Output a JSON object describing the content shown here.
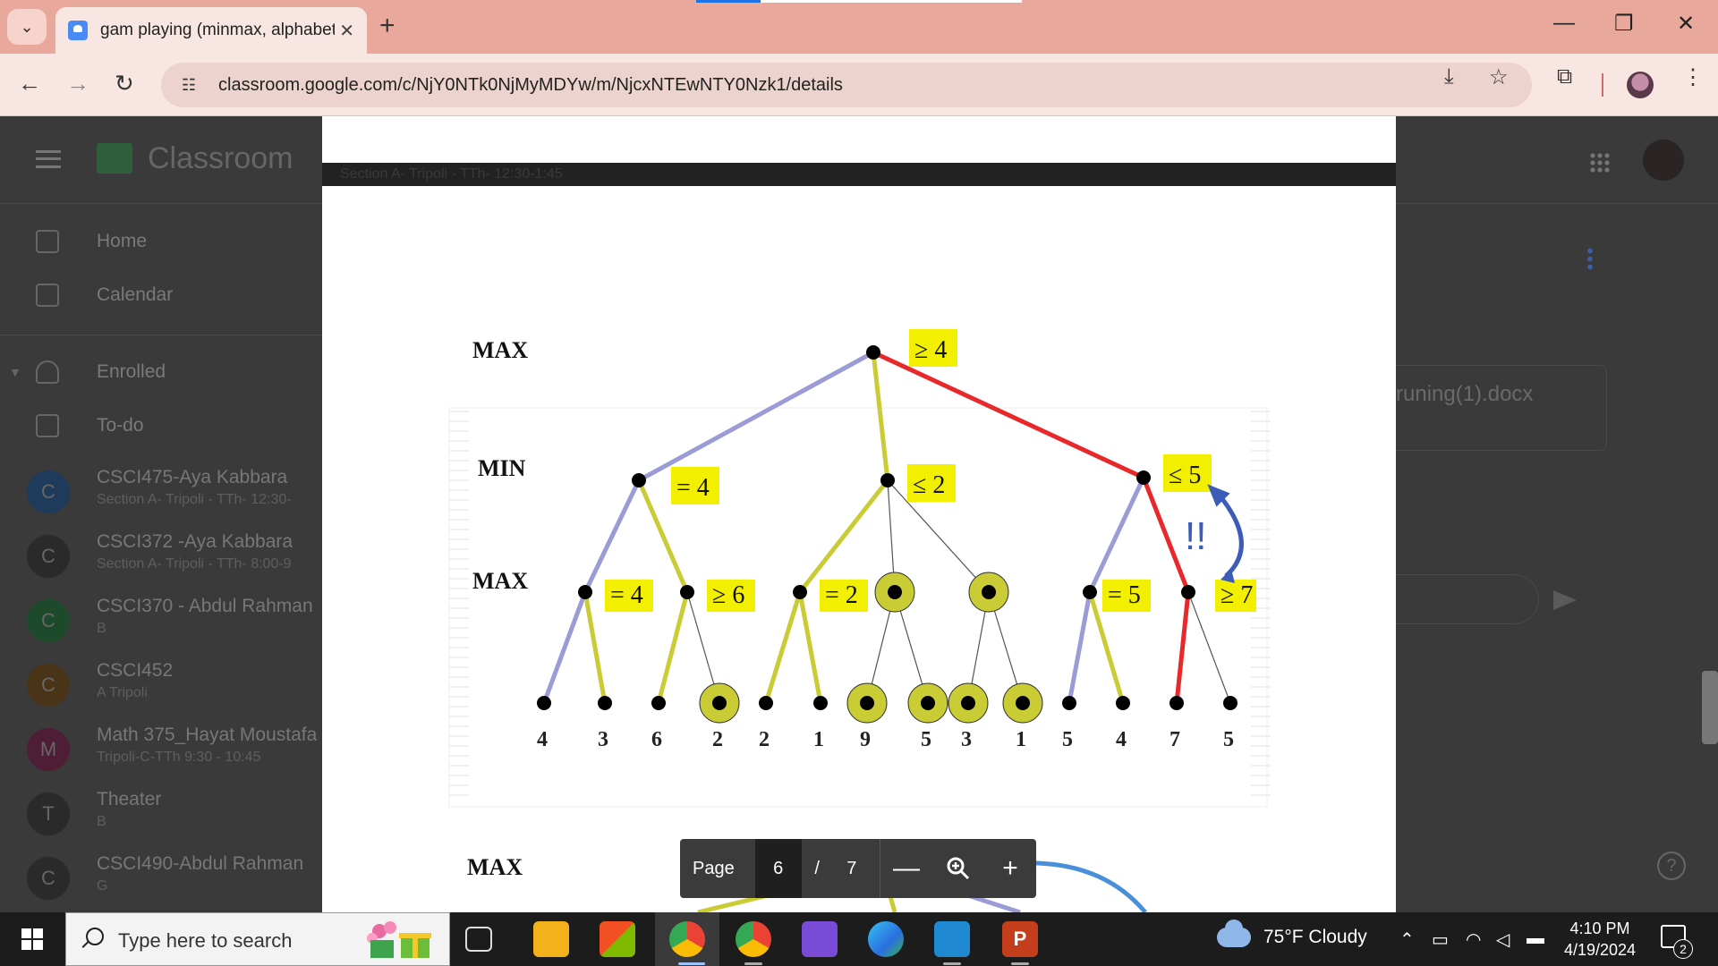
{
  "browser": {
    "tab_title": "gam playing (minmax, alphabeta",
    "new_tab": "+",
    "url": "classroom.google.com/c/NjY0NTk0NjMyMDYw/m/NjcxNTEwNTY0Nzk1/details",
    "window_controls": {
      "minimize": "—",
      "restore": "❐",
      "close": "✕"
    }
  },
  "classroom": {
    "app_name": "Classroom",
    "sidebar": {
      "home": "Home",
      "calendar": "Calendar",
      "enrolled": "Enrolled",
      "todo": "To-do",
      "courses": [
        {
          "letter": "C",
          "name": "CSCI475-Aya Kabbara",
          "sub": "Section A- Tripoli - TTh- 12:30-",
          "color": "#1f3b5c"
        },
        {
          "letter": "C",
          "name": "CSCI372 -Aya Kabbara",
          "sub": "Section A- Tripoli - TTh- 8:00-9",
          "color": "#2a2a2a"
        },
        {
          "letter": "C",
          "name": "CSCI370 - Abdul Rahman",
          "sub": "B",
          "color": "#1e4a2c"
        },
        {
          "letter": "C",
          "name": "CSCI452",
          "sub": "A Tripoli",
          "color": "#4a3418"
        },
        {
          "letter": "M",
          "name": "Math 375_Hayat Moustafa",
          "sub": "Tripoli-C-TTh 9:30 - 10:45",
          "color": "#4e1e36"
        },
        {
          "letter": "T",
          "name": "Theater",
          "sub": "B",
          "color": "#2a2a2a"
        },
        {
          "letter": "C",
          "name": "CSCI490-Abdul Rahman",
          "sub": "G",
          "color": "#2a2a2a"
        }
      ]
    },
    "attachment_name": "runing(1).docx",
    "help": "?"
  },
  "doc": {
    "section_line": "Section A- Tripoli - TTh- 12:30-1:45",
    "tree": {
      "levels": [
        "MAX",
        "MIN",
        "MAX"
      ],
      "bottom_level": "MAX",
      "labels": {
        "root": "≥ 4",
        "min1": "= 4",
        "min2": "≤ 2",
        "min3": "≤ 5",
        "max1": "= 4",
        "max2": "≥ 6",
        "max3": "= 2",
        "max7": "= 5",
        "max8": "≥ 7"
      },
      "exclaim": "!!",
      "leaves": [
        "4",
        "3",
        "6",
        "2",
        "2",
        "1",
        "9",
        "5",
        "3",
        "1",
        "5",
        "4",
        "7",
        "5"
      ]
    },
    "page_control": {
      "label": "Page",
      "current": "6",
      "separator": "/",
      "total": "7",
      "zoom_out": "—",
      "zoom_in": "+"
    }
  },
  "taskbar": {
    "search_placeholder": "Type here to search",
    "weather": "75°F  Cloudy",
    "time": "4:10 PM",
    "date": "4/19/2024",
    "notifications": "2"
  },
  "colors": {
    "purple_edge": "#9b9bd6",
    "yellow_edge": "#c9cc35",
    "red_edge": "#e8282b",
    "label_bg": "#f2f000",
    "pruned_fill": "#c9cc35",
    "arrow_blue": "#3c5cb8"
  }
}
